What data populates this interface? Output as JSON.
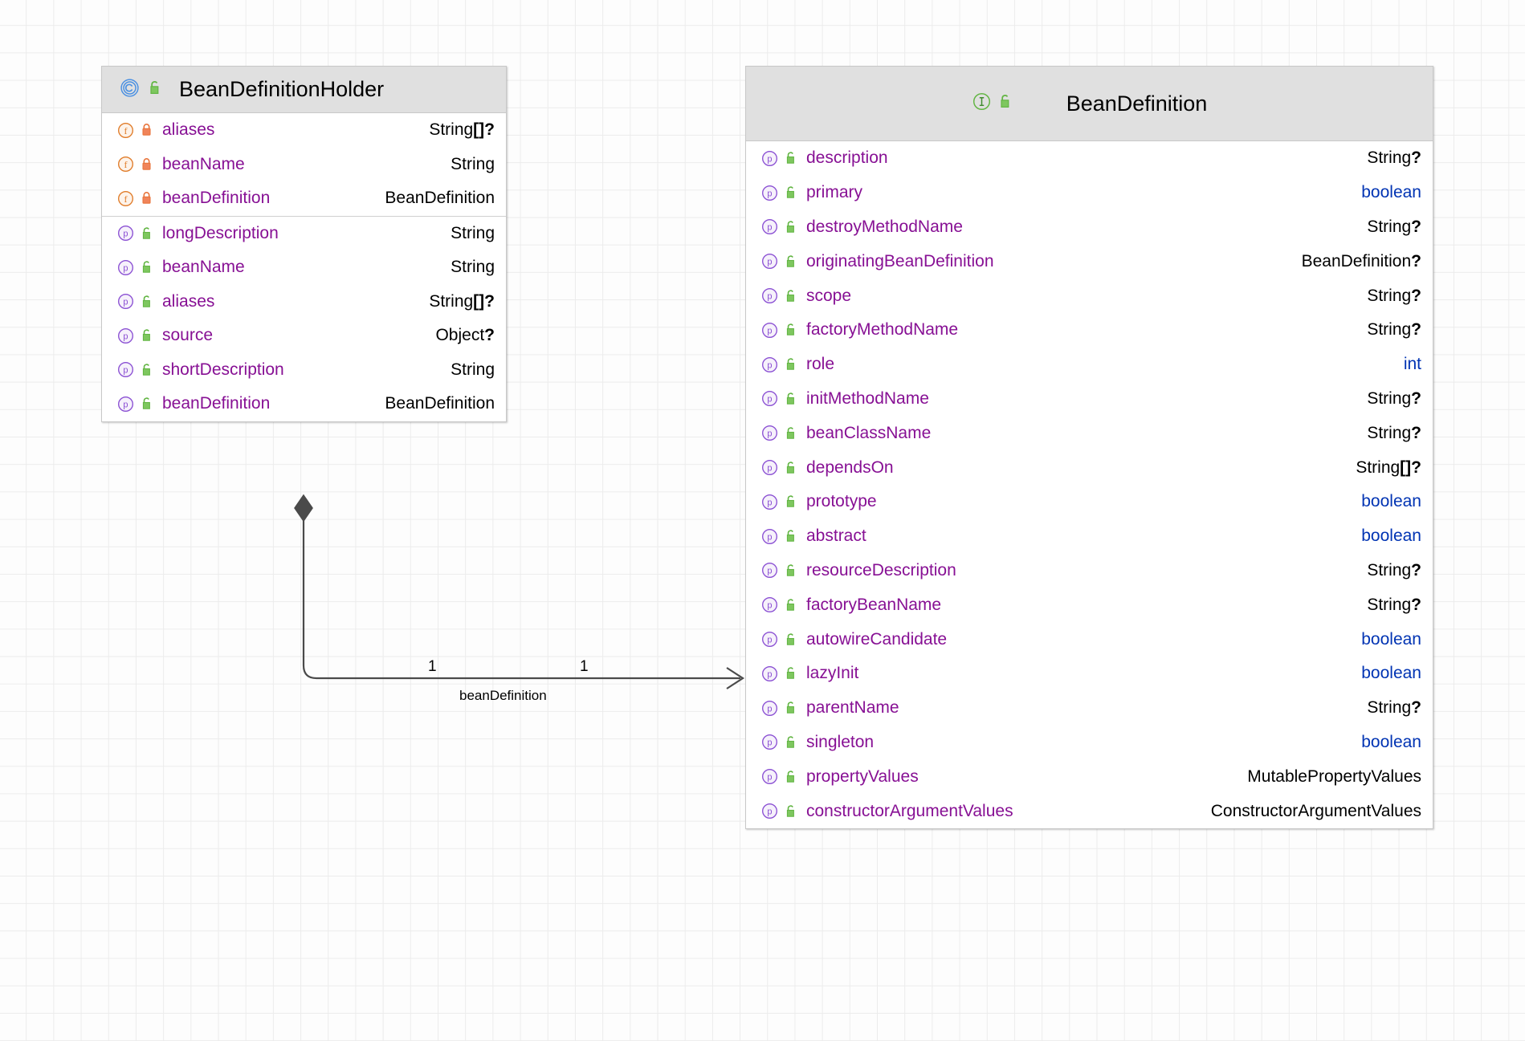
{
  "diagram": {
    "kind": "uml-class-diagram",
    "canvas_background": "#fdfdfd",
    "grid_color": "#ececec"
  },
  "classes": [
    {
      "id": "bean-definition-holder",
      "name": "BeanDefinitionHolder",
      "stereotype_icon": "class-icon",
      "stereotype_letter": "C",
      "stereotype_color": "#4a90e2",
      "lock_icon": "unlocked-padlock-icon",
      "lock_color": "#62b543",
      "sections": [
        {
          "kind": "fields",
          "members": [
            {
              "icon": "field-icon",
              "letter": "f",
              "lock": "locked-padlock-icon",
              "lock_state": "closed",
              "name": "aliases",
              "type": "String",
              "suffix": "[]?",
              "primitive": false
            },
            {
              "icon": "field-icon",
              "letter": "f",
              "lock": "locked-padlock-icon",
              "lock_state": "closed",
              "name": "beanName",
              "type": "String",
              "suffix": "",
              "primitive": false
            },
            {
              "icon": "field-icon",
              "letter": "f",
              "lock": "locked-padlock-icon",
              "lock_state": "closed",
              "name": "beanDefinition",
              "type": "BeanDefinition",
              "suffix": "",
              "primitive": false
            }
          ]
        },
        {
          "kind": "properties",
          "members": [
            {
              "icon": "property-icon",
              "letter": "p",
              "lock": "unlocked-padlock-icon",
              "lock_state": "open",
              "name": "longDescription",
              "type": "String",
              "suffix": "",
              "primitive": false
            },
            {
              "icon": "property-icon",
              "letter": "p",
              "lock": "unlocked-padlock-icon",
              "lock_state": "open",
              "name": "beanName",
              "type": "String",
              "suffix": "",
              "primitive": false
            },
            {
              "icon": "property-icon",
              "letter": "p",
              "lock": "unlocked-padlock-icon",
              "lock_state": "open",
              "name": "aliases",
              "type": "String",
              "suffix": "[]?",
              "primitive": false
            },
            {
              "icon": "property-icon",
              "letter": "p",
              "lock": "unlocked-padlock-icon",
              "lock_state": "open",
              "name": "source",
              "type": "Object",
              "suffix": "?",
              "primitive": false
            },
            {
              "icon": "property-icon",
              "letter": "p",
              "lock": "unlocked-padlock-icon",
              "lock_state": "open",
              "name": "shortDescription",
              "type": "String",
              "suffix": "",
              "primitive": false
            },
            {
              "icon": "property-icon",
              "letter": "p",
              "lock": "unlocked-padlock-icon",
              "lock_state": "open",
              "name": "beanDefinition",
              "type": "BeanDefinition",
              "suffix": "",
              "primitive": false
            }
          ]
        }
      ]
    },
    {
      "id": "bean-definition",
      "name": "BeanDefinition",
      "stereotype_icon": "interface-icon",
      "stereotype_letter": "I",
      "stereotype_color": "#62b543",
      "lock_icon": "unlocked-padlock-icon",
      "lock_color": "#62b543",
      "sections": [
        {
          "kind": "properties",
          "members": [
            {
              "icon": "property-icon",
              "letter": "p",
              "lock": "unlocked-padlock-icon",
              "lock_state": "open",
              "name": "description",
              "type": "String",
              "suffix": "?",
              "primitive": false
            },
            {
              "icon": "property-icon",
              "letter": "p",
              "lock": "unlocked-padlock-icon",
              "lock_state": "open",
              "name": "primary",
              "type": "boolean",
              "suffix": "",
              "primitive": true
            },
            {
              "icon": "property-icon",
              "letter": "p",
              "lock": "unlocked-padlock-icon",
              "lock_state": "open",
              "name": "destroyMethodName",
              "type": "String",
              "suffix": "?",
              "primitive": false
            },
            {
              "icon": "property-icon",
              "letter": "p",
              "lock": "unlocked-padlock-icon",
              "lock_state": "open",
              "name": "originatingBeanDefinition",
              "type": "BeanDefinition",
              "suffix": "?",
              "primitive": false
            },
            {
              "icon": "property-icon",
              "letter": "p",
              "lock": "unlocked-padlock-icon",
              "lock_state": "open",
              "name": "scope",
              "type": "String",
              "suffix": "?",
              "primitive": false
            },
            {
              "icon": "property-icon",
              "letter": "p",
              "lock": "unlocked-padlock-icon",
              "lock_state": "open",
              "name": "factoryMethodName",
              "type": "String",
              "suffix": "?",
              "primitive": false
            },
            {
              "icon": "property-icon",
              "letter": "p",
              "lock": "unlocked-padlock-icon",
              "lock_state": "open",
              "name": "role",
              "type": "int",
              "suffix": "",
              "primitive": true
            },
            {
              "icon": "property-icon",
              "letter": "p",
              "lock": "unlocked-padlock-icon",
              "lock_state": "open",
              "name": "initMethodName",
              "type": "String",
              "suffix": "?",
              "primitive": false
            },
            {
              "icon": "property-icon",
              "letter": "p",
              "lock": "unlocked-padlock-icon",
              "lock_state": "open",
              "name": "beanClassName",
              "type": "String",
              "suffix": "?",
              "primitive": false
            },
            {
              "icon": "property-icon",
              "letter": "p",
              "lock": "unlocked-padlock-icon",
              "lock_state": "open",
              "name": "dependsOn",
              "type": "String",
              "suffix": "[]?",
              "primitive": false
            },
            {
              "icon": "property-icon",
              "letter": "p",
              "lock": "unlocked-padlock-icon",
              "lock_state": "open",
              "name": "prototype",
              "type": "boolean",
              "suffix": "",
              "primitive": true
            },
            {
              "icon": "property-icon",
              "letter": "p",
              "lock": "unlocked-padlock-icon",
              "lock_state": "open",
              "name": "abstract",
              "type": "boolean",
              "suffix": "",
              "primitive": true
            },
            {
              "icon": "property-icon",
              "letter": "p",
              "lock": "unlocked-padlock-icon",
              "lock_state": "open",
              "name": "resourceDescription",
              "type": "String",
              "suffix": "?",
              "primitive": false
            },
            {
              "icon": "property-icon",
              "letter": "p",
              "lock": "unlocked-padlock-icon",
              "lock_state": "open",
              "name": "factoryBeanName",
              "type": "String",
              "suffix": "?",
              "primitive": false
            },
            {
              "icon": "property-icon",
              "letter": "p",
              "lock": "unlocked-padlock-icon",
              "lock_state": "open",
              "name": "autowireCandidate",
              "type": "boolean",
              "suffix": "",
              "primitive": true
            },
            {
              "icon": "property-icon",
              "letter": "p",
              "lock": "unlocked-padlock-icon",
              "lock_state": "open",
              "name": "lazyInit",
              "type": "boolean",
              "suffix": "",
              "primitive": true
            },
            {
              "icon": "property-icon",
              "letter": "p",
              "lock": "unlocked-padlock-icon",
              "lock_state": "open",
              "name": "parentName",
              "type": "String",
              "suffix": "?",
              "primitive": false
            },
            {
              "icon": "property-icon",
              "letter": "p",
              "lock": "unlocked-padlock-icon",
              "lock_state": "open",
              "name": "singleton",
              "type": "boolean",
              "suffix": "",
              "primitive": true
            },
            {
              "icon": "property-icon",
              "letter": "p",
              "lock": "unlocked-padlock-icon",
              "lock_state": "open",
              "name": "propertyValues",
              "type": "MutablePropertyValues",
              "suffix": "",
              "primitive": false
            },
            {
              "icon": "property-icon",
              "letter": "p",
              "lock": "unlocked-padlock-icon",
              "lock_state": "open",
              "name": "constructorArgumentValues",
              "type": "ConstructorArgumentValues",
              "suffix": "",
              "primitive": false
            }
          ]
        }
      ]
    }
  ],
  "relationship": {
    "type": "composition",
    "source": "BeanDefinitionHolder",
    "target": "BeanDefinition",
    "label": "beanDefinition",
    "source_multiplicity": "1",
    "target_multiplicity": "1",
    "line_color": "#4a4a4a",
    "diamond_filled": true
  }
}
